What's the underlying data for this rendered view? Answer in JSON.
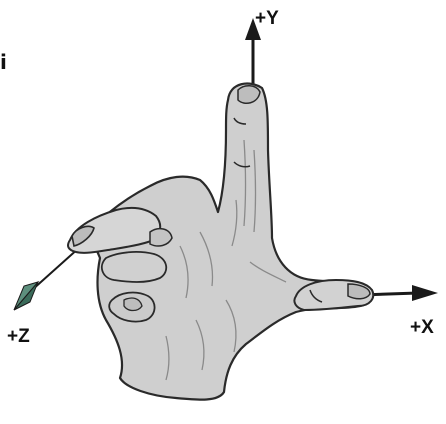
{
  "diagram": {
    "axes": {
      "y": {
        "label": "+Y",
        "color": "#1a1a1a"
      },
      "x": {
        "label": "+X",
        "color": "#1a1a1a"
      },
      "z": {
        "label": "+Z",
        "color": "#3a6b5a"
      }
    },
    "corner_fragment": "i",
    "colors": {
      "hand_fill": "#cfcfcf",
      "hand_outline": "#2a2a2a",
      "shading": "#8a8a8a"
    }
  }
}
